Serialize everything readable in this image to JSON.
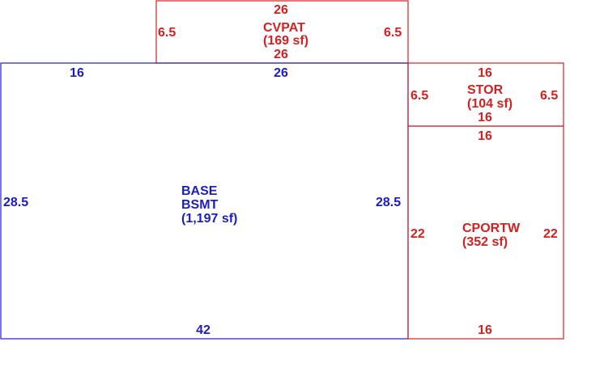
{
  "colors": {
    "red": "#d42020",
    "blue": "#1c1cc4"
  },
  "areas": {
    "cvpat": {
      "code": "CVPAT",
      "size": "(169 sf)",
      "dims": {
        "top": "26",
        "bottom": "26",
        "left": "6.5",
        "right": "6.5"
      }
    },
    "stor": {
      "code": "STOR",
      "size": "(104 sf)",
      "dims": {
        "top": "16",
        "bottom": "16",
        "left": "6.5",
        "right": "6.5"
      }
    },
    "cportw": {
      "code": "CPORTW",
      "size": "(352 sf)",
      "dims": {
        "top": "16",
        "bottom": "16",
        "left": "22",
        "right": "22"
      }
    },
    "base": {
      "code": "BASE",
      "code2": "BSMT",
      "size": "(1,197 sf)",
      "dims": {
        "top_left": "16",
        "top_right": "26",
        "bottom": "42",
        "left": "28.5",
        "right": "28.5"
      }
    }
  }
}
